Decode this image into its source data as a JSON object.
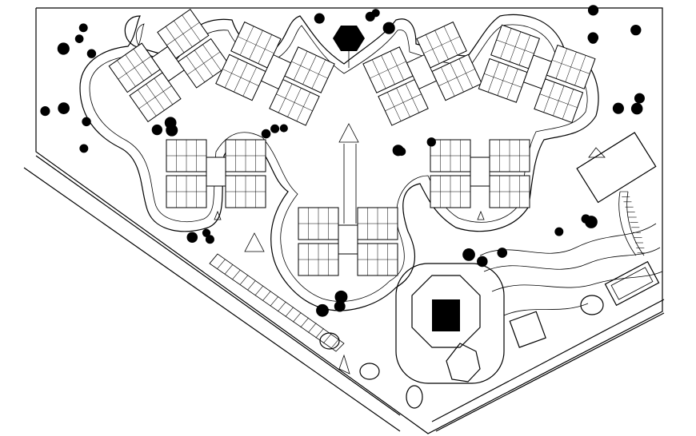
{
  "drawing": {
    "ink_color": "#000000",
    "paper_color": "#ffffff",
    "clusters": [
      {
        "id": "cluster-1"
      },
      {
        "id": "cluster-2"
      },
      {
        "id": "cluster-3"
      },
      {
        "id": "cluster-4"
      },
      {
        "id": "cluster-5"
      },
      {
        "id": "cluster-6"
      },
      {
        "id": "cluster-7"
      }
    ],
    "tree_count": 40
  }
}
